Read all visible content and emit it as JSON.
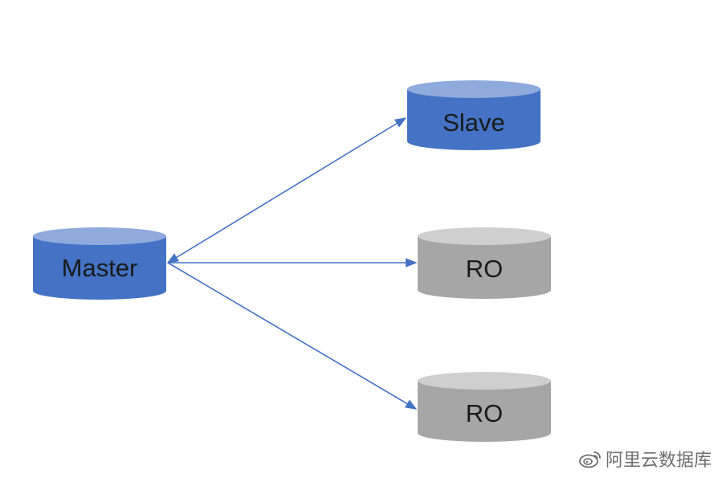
{
  "colors": {
    "blue_body": "#4472c4",
    "blue_top": "#8faadc",
    "gray_body": "#a6a6a6",
    "gray_top": "#cfcfcf",
    "arrow": "#4472c4",
    "label_text": "#1a1a1a"
  },
  "nodes": {
    "master": {
      "label": "Master"
    },
    "slave": {
      "label": "Slave"
    },
    "ro_1": {
      "label": "RO"
    },
    "ro_2": {
      "label": "RO"
    }
  },
  "edges": [
    {
      "from": "master",
      "to": "slave",
      "bidirectional": true
    },
    {
      "from": "master",
      "to": "ro_1",
      "bidirectional": false
    },
    {
      "from": "master",
      "to": "ro_2",
      "bidirectional": false
    }
  ],
  "watermark": {
    "icon": "weibo-icon",
    "text": "阿里云数据库"
  }
}
